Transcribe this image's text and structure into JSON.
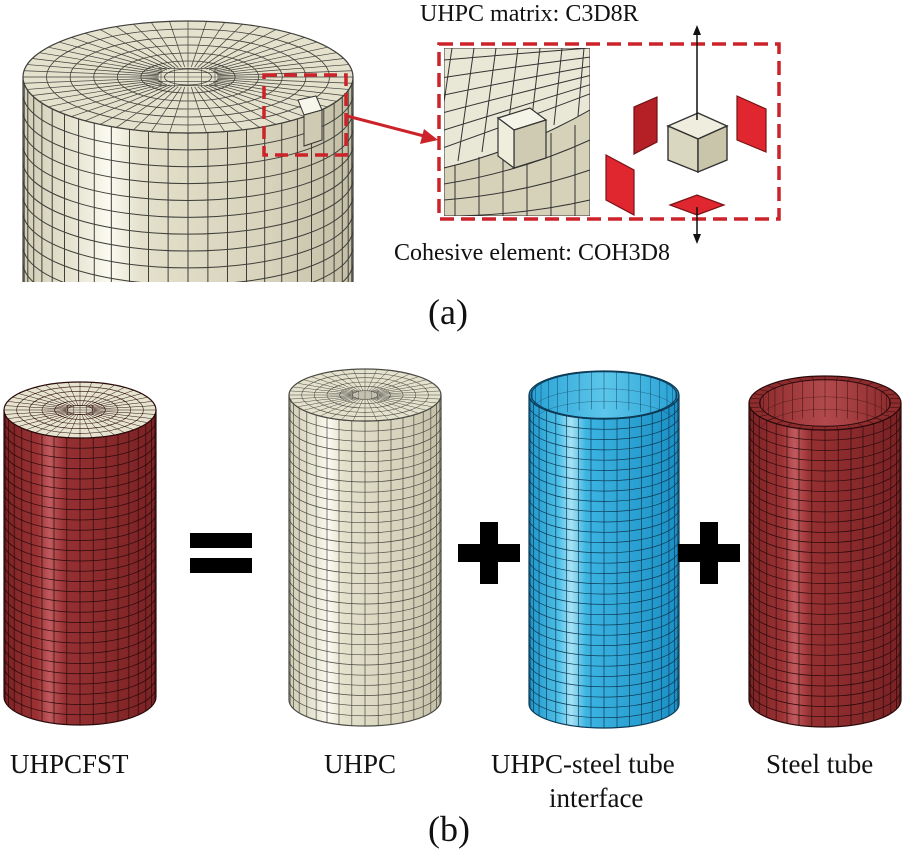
{
  "panel_a": {
    "caption": "(a)",
    "matrix_label": "UHPC matrix: C3D8R",
    "cohesive_label": "Cohesive element: COH3D8"
  },
  "panel_b": {
    "caption": "(b)",
    "parts": [
      {
        "name": "UHPCFST"
      },
      {
        "name": "UHPC"
      },
      {
        "name_line1": "UHPC-steel tube",
        "name_line2": "interface"
      },
      {
        "name": "Steel tube"
      }
    ],
    "operators": [
      "=",
      "+",
      "+"
    ]
  },
  "colors": {
    "concrete": "#dfdcc6",
    "concrete_light": "#f4f3e6",
    "concrete_dark": "#bdb9a0",
    "steel": "#8d2a2c",
    "steel_light": "#c36468",
    "interface": "#27a9dc",
    "interface_light": "#a7e2f4",
    "cohesive_red": "#e0262e",
    "frame_red": "#cc2229",
    "mesh_line": "#3a3a3a"
  }
}
